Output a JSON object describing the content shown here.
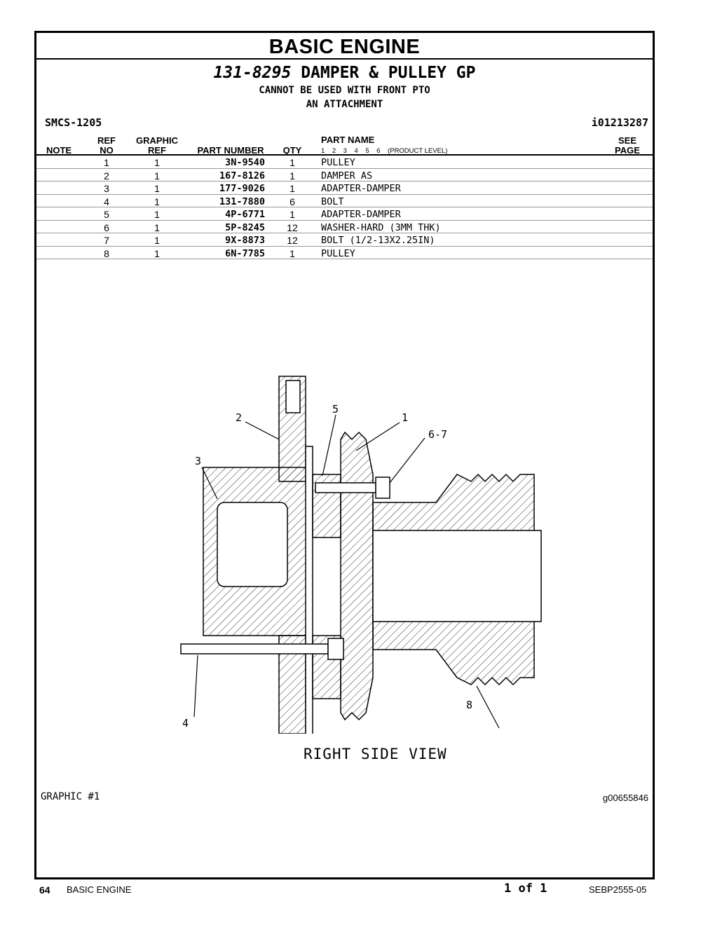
{
  "section_title": "BASIC ENGINE",
  "group": {
    "part_number": "131-8295",
    "name": "DAMPER & PULLEY GP",
    "notes": [
      "CANNOT BE USED WITH FRONT PTO",
      "AN ATTACHMENT"
    ]
  },
  "smcs": "SMCS-1205",
  "illustration_id": "i01213287",
  "table": {
    "headers": {
      "note": "NOTE",
      "ref_top": "REF",
      "ref_bottom": "NO",
      "graphic_top": "GRAPHIC",
      "graphic_bottom": "REF",
      "part_number": "PART NUMBER",
      "qty": "QTY",
      "part_name": "PART NAME",
      "levels": "1    2    3    4    5    6    (PRODUCT LEVEL)",
      "see_top": "SEE",
      "see_bottom": "PAGE"
    },
    "rows": [
      {
        "ref": "1",
        "graphic": "1",
        "part_number": "3N-9540",
        "qty": "1",
        "name": "PULLEY"
      },
      {
        "ref": "2",
        "graphic": "1",
        "part_number": "167-8126",
        "qty": "1",
        "name": "DAMPER AS"
      },
      {
        "ref": "3",
        "graphic": "1",
        "part_number": "177-9026",
        "qty": "1",
        "name": "ADAPTER-DAMPER"
      },
      {
        "ref": "4",
        "graphic": "1",
        "part_number": "131-7880",
        "qty": "6",
        "name": "BOLT"
      },
      {
        "ref": "5",
        "graphic": "1",
        "part_number": "4P-6771",
        "qty": "1",
        "name": "ADAPTER-DAMPER"
      },
      {
        "ref": "6",
        "graphic": "1",
        "part_number": "5P-8245",
        "qty": "12",
        "name": "WASHER-HARD (3MM THK)"
      },
      {
        "ref": "7",
        "graphic": "1",
        "part_number": "9X-8873",
        "qty": "12",
        "name": "BOLT (1/2-13X2.25IN)"
      },
      {
        "ref": "8",
        "graphic": "1",
        "part_number": "6N-7785",
        "qty": "1",
        "name": "PULLEY"
      }
    ]
  },
  "drawing": {
    "callouts": [
      "2",
      "5",
      "1",
      "6-7",
      "3",
      "4",
      "8"
    ],
    "caption": "RIGHT SIDE VIEW"
  },
  "graphic_label": "GRAPHIC #1",
  "graphic_id": "g00655846",
  "footer": {
    "page_number": "64",
    "title": "BASIC ENGINE",
    "page_of": "1 of 1",
    "doc_number": "SEBP2555-05"
  }
}
